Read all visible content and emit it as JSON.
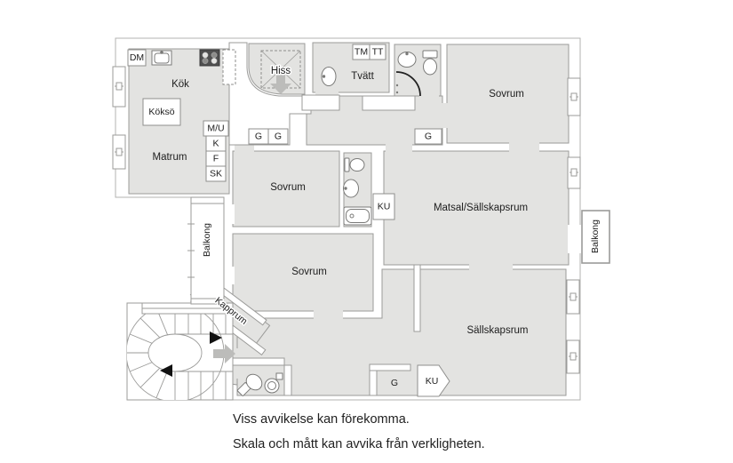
{
  "rooms": {
    "kok": "Kök",
    "kokso": "Köksö",
    "matrum": "Matrum",
    "hiss": "Hiss",
    "tvatt": "Tvätt",
    "sovrum_top": "Sovrum",
    "sovrum_mid": "Sovrum",
    "sovrum_lower": "Sovrum",
    "matsal": "Matsal/Sällskapsrum",
    "sallskapsrum": "Sällskapsrum",
    "kapprum": "Kapprum",
    "balkong_left": "Balkong",
    "balkong_right": "Balkong"
  },
  "closets": {
    "dm": "DM",
    "mu": "M/U",
    "k": "K",
    "f": "F",
    "sk": "SK",
    "g1": "G",
    "g2": "G",
    "g_hall": "G",
    "g_lower": "G",
    "tm": "TM",
    "tt": "TT",
    "ku_mid": "KU",
    "ku_lower": "KU"
  },
  "icons": [
    "stove-icon",
    "kitchen-sink-icon",
    "elevator-icon",
    "elevator-arrow-icon",
    "washbasin-icon",
    "toilet-icon",
    "shower-door-icon",
    "bathtub-icon",
    "spiral-staircase-icon",
    "stair-direction-arrow-icon",
    "entry-arrow-icon",
    "window-icon"
  ],
  "colors": {
    "floor": "#e3e3e1",
    "wall_line": "#9b9b99",
    "outline": "#b3b3b1",
    "text": "#1d1d1d",
    "stove": "#4f4f4f",
    "arrow_fill": "#bcbcba",
    "door_arc": "#222222"
  },
  "disclaimer": {
    "line1": "Viss avvikelse kan förekomma.",
    "line2": "Skala och mått kan avvika från verkligheten."
  }
}
